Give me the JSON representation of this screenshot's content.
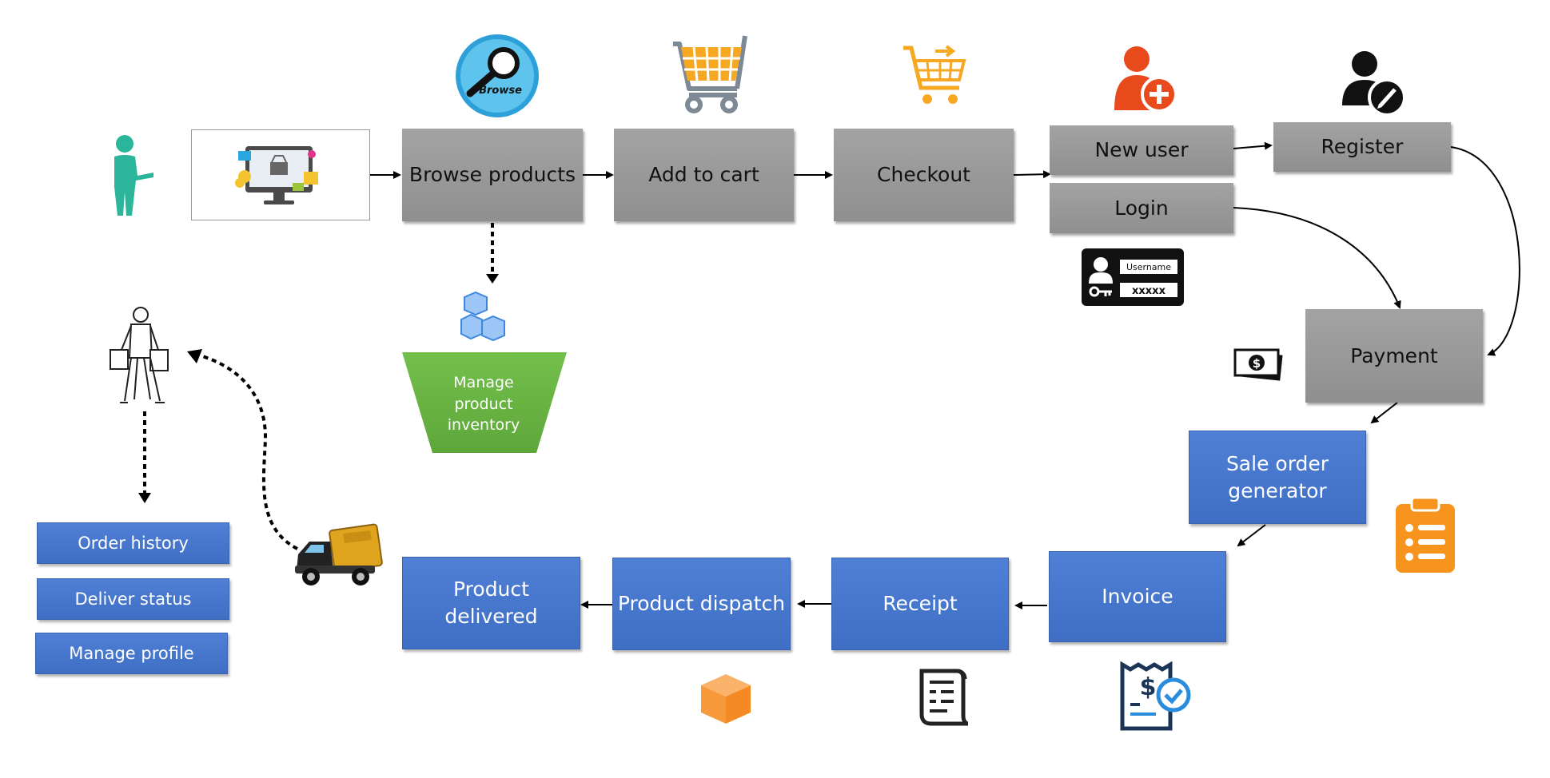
{
  "steps": {
    "browse": "Browse products",
    "add_to_cart": "Add to cart",
    "checkout": "Checkout",
    "new_user": "New user",
    "login": "Login",
    "register": "Register",
    "payment": "Payment",
    "sale_order": "Sale order generator",
    "invoice": "Invoice",
    "receipt": "Receipt",
    "dispatch": "Product dispatch",
    "delivered": "Product delivered"
  },
  "inventory": {
    "label": "Manage product inventory"
  },
  "customer_menu": [
    "Order history",
    "Deliver status",
    "Manage profile"
  ],
  "icon_text": {
    "browse_badge": "Browse",
    "username_label": "Username",
    "password_mask": "xxxxx",
    "dollar": "$"
  },
  "colors": {
    "gray_step": "#999999",
    "blue_step": "#4472c4",
    "inventory_green": "#6bb444",
    "person_teal": "#2bb59a",
    "cart_orange": "#f6a823",
    "user_red": "#e84a1c"
  },
  "icons": [
    "person-icon",
    "online-shop-icon",
    "browse-magnifier-icon",
    "shopping-cart-icon",
    "checkout-cart-icon",
    "add-user-icon",
    "edit-user-icon",
    "credentials-card-icon",
    "cash-icon",
    "clipboard-icon",
    "invoice-icon",
    "receipt-icon",
    "package-icon",
    "delivery-truck-icon",
    "shopper-icon",
    "inventory-boxes-icon"
  ]
}
